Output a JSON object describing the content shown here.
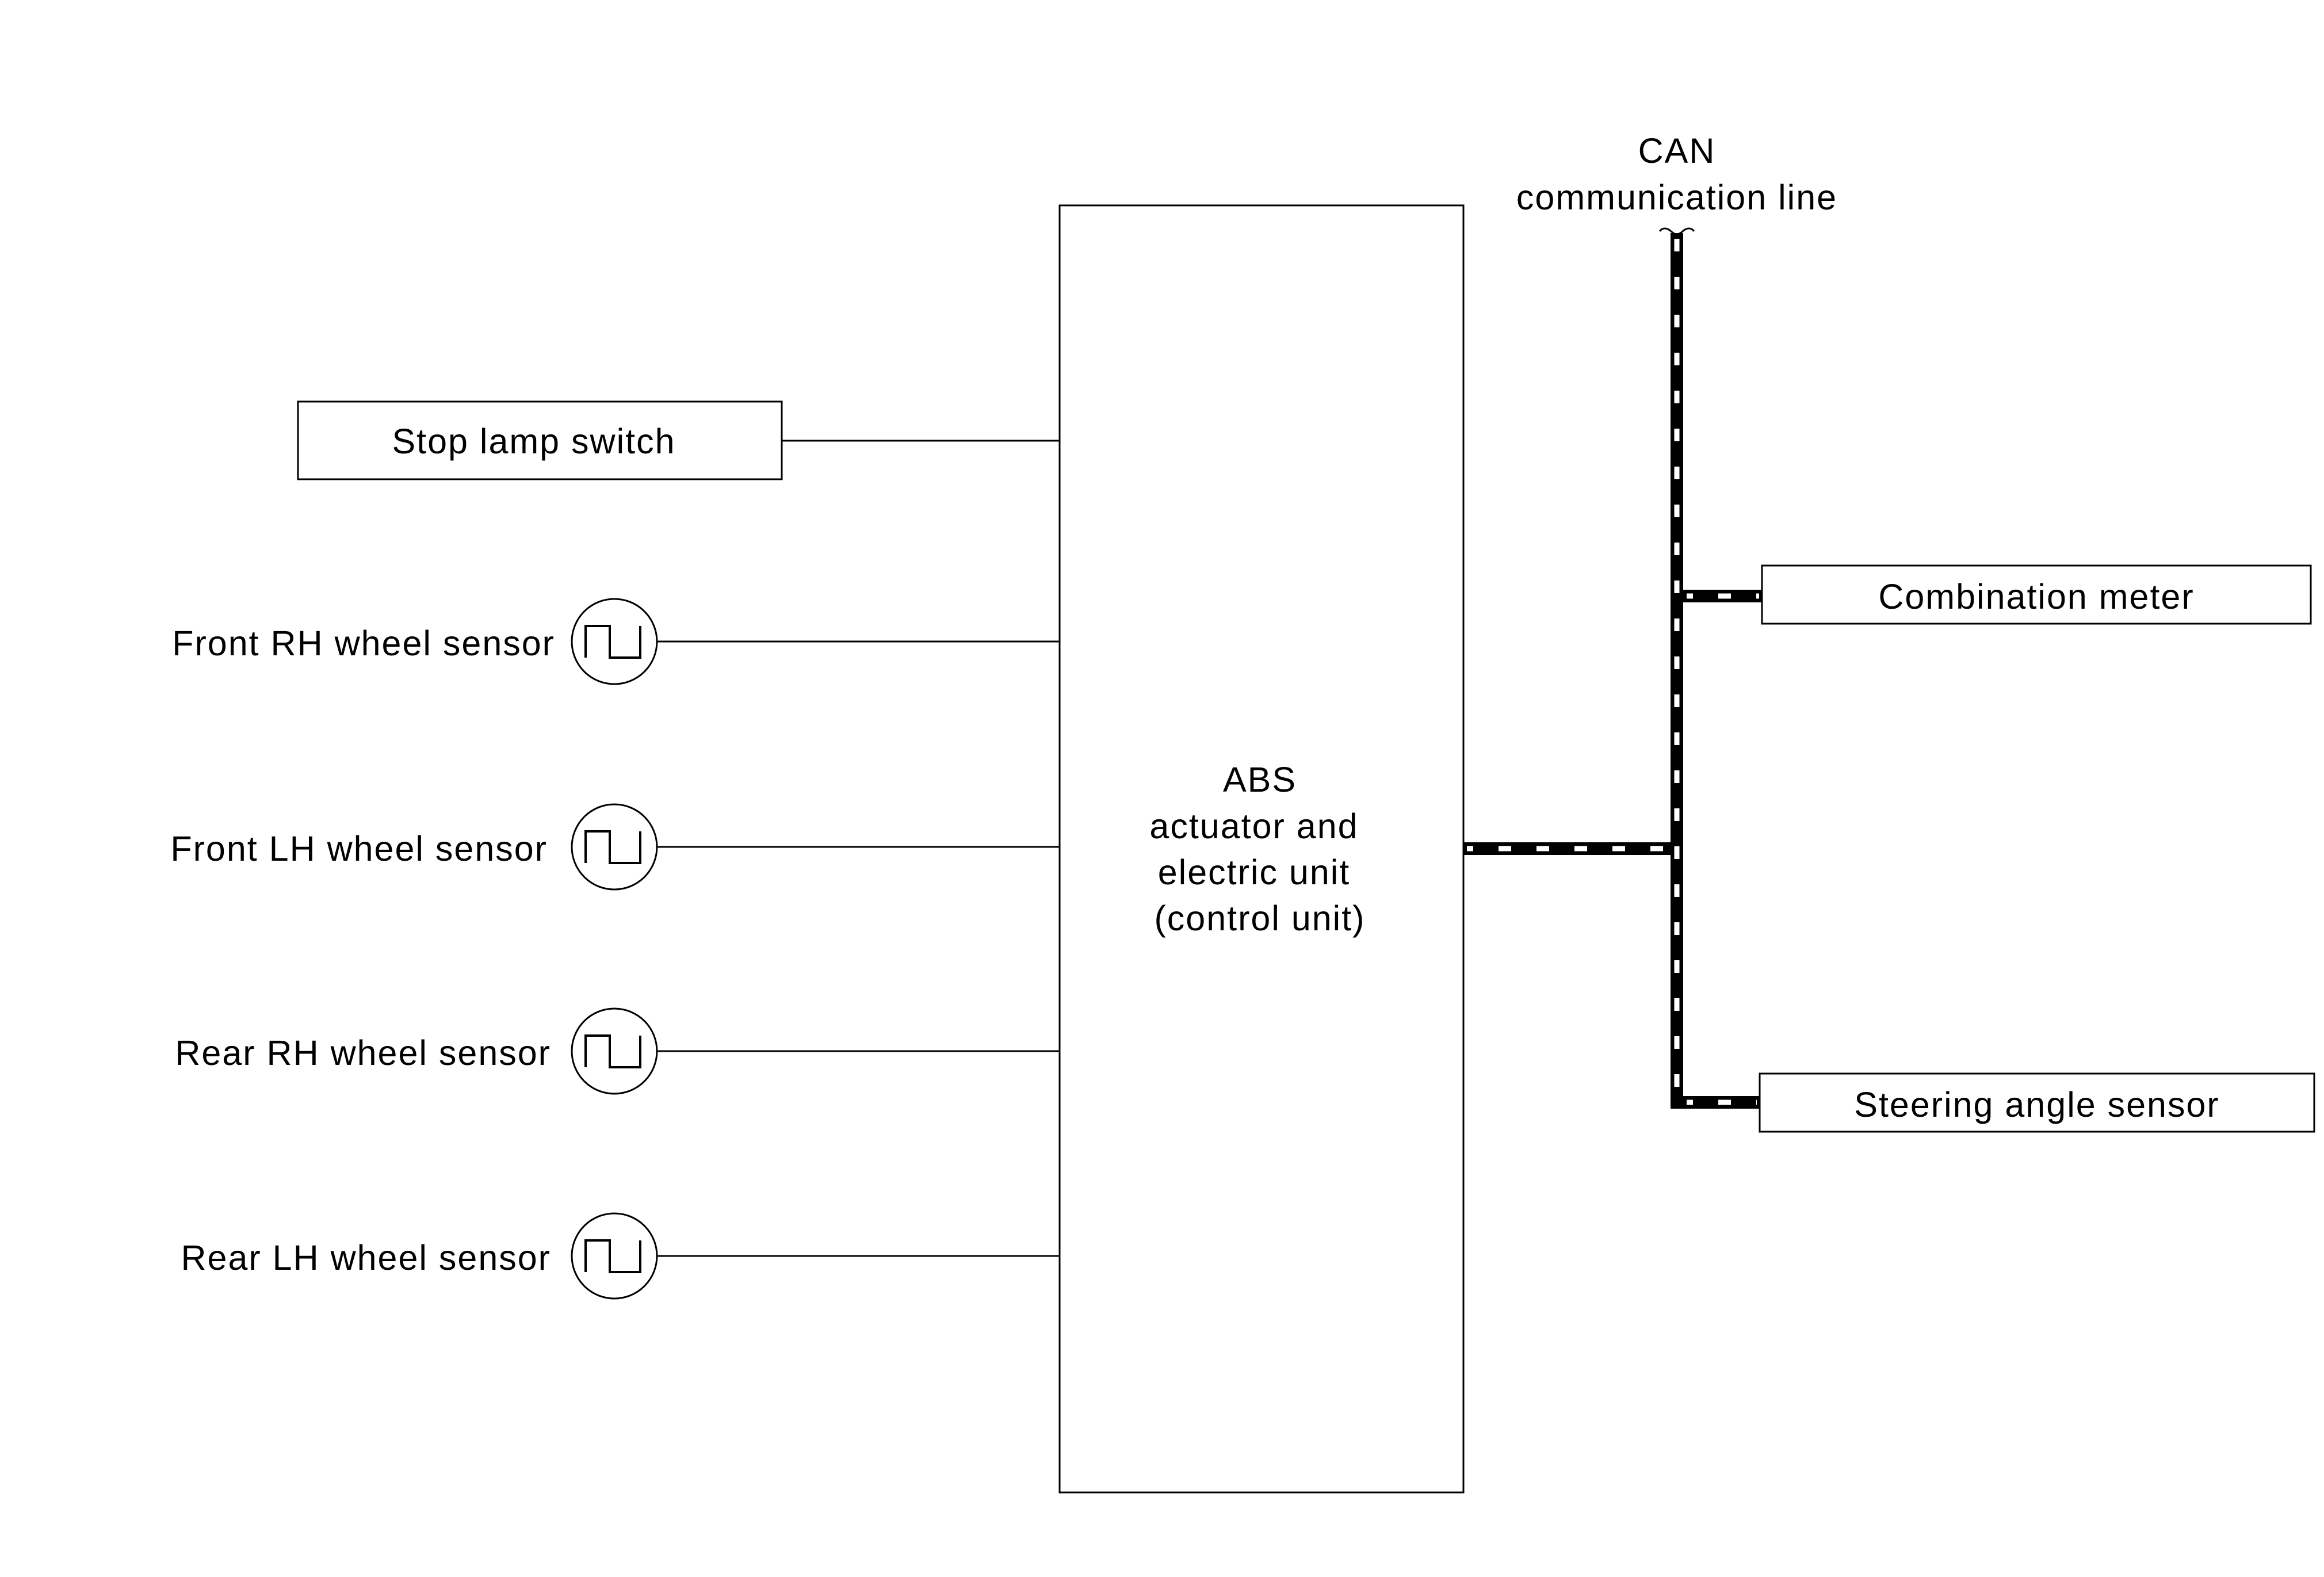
{
  "can_line": {
    "label_line1": "CAN",
    "label_line2": "communication line"
  },
  "control_unit": {
    "line1": "ABS",
    "line2": "actuator and",
    "line3": "electric unit",
    "line4": "(control unit)"
  },
  "inputs": {
    "stop_lamp_switch": "Stop lamp switch",
    "front_rh": "Front RH wheel sensor",
    "front_lh": "Front LH wheel sensor",
    "rear_rh": "Rear RH wheel sensor",
    "rear_lh": "Rear LH wheel sensor"
  },
  "outputs": {
    "combination_meter": "Combination meter",
    "steering_angle_sensor": "Steering angle sensor"
  },
  "colors": {
    "line": "#000000",
    "background": "#ffffff"
  }
}
